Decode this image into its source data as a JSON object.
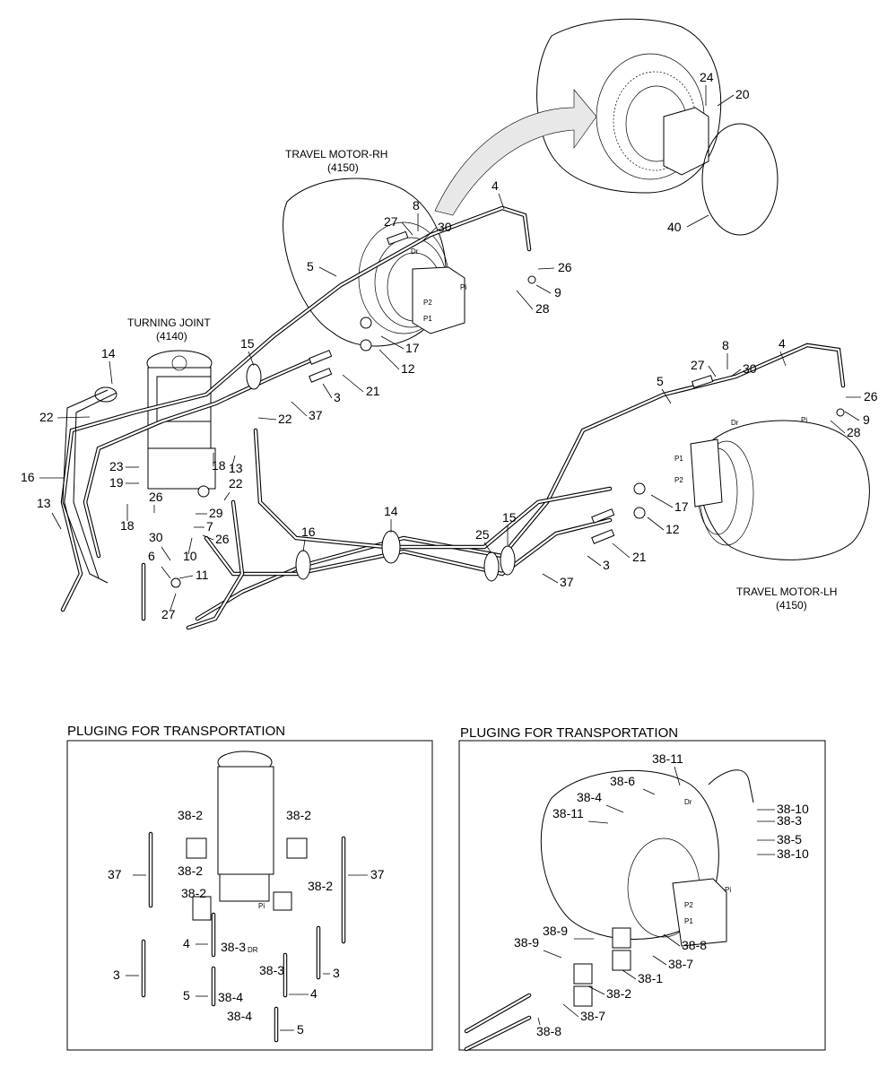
{
  "titles": {
    "travel_motor_rh": "TRAVEL MOTOR-RH",
    "travel_motor_rh_code": "(4150)",
    "turning_joint": "TURNING JOINT",
    "turning_joint_code": "(4140)",
    "travel_motor_lh": "TRAVEL MOTOR-LH",
    "travel_motor_lh_code": "(4150)"
  },
  "sections": {
    "left_title": "PLUGING FOR TRANSPORTATION",
    "right_title": "PLUGING FOR TRANSPORTATION"
  },
  "port_marks": {
    "p1": "P1",
    "p2": "P2",
    "pi": "Pi",
    "dr": "Dr",
    "dr_upper": "DR"
  },
  "callouts_main": [
    "24",
    "20",
    "40",
    "8",
    "27",
    "30",
    "4",
    "5",
    "26",
    "9",
    "28",
    "17",
    "12",
    "21",
    "15",
    "3",
    "37",
    "14",
    "22",
    "8",
    "27",
    "30",
    "4",
    "5",
    "26",
    "9",
    "28",
    "22",
    "23",
    "13",
    "18",
    "19",
    "16",
    "13",
    "22",
    "26",
    "29",
    "7",
    "26",
    "30",
    "18",
    "10",
    "6",
    "11",
    "27",
    "16",
    "14",
    "25",
    "15",
    "17",
    "12",
    "21",
    "3",
    "37"
  ],
  "callouts_left": [
    "38-2",
    "38-2",
    "37",
    "38-2",
    "37",
    "38-2",
    "38-2",
    "4",
    "38-3",
    "38-3",
    "3",
    "4",
    "3",
    "5",
    "38-4",
    "38-4",
    "5"
  ],
  "callouts_right": [
    "38-11",
    "38-6",
    "38-4",
    "38-11",
    "38-10",
    "38-3",
    "38-5",
    "38-10",
    "38-9",
    "38-9",
    "38-8",
    "38-7",
    "38-1",
    "38-2",
    "38-7",
    "38-8"
  ]
}
